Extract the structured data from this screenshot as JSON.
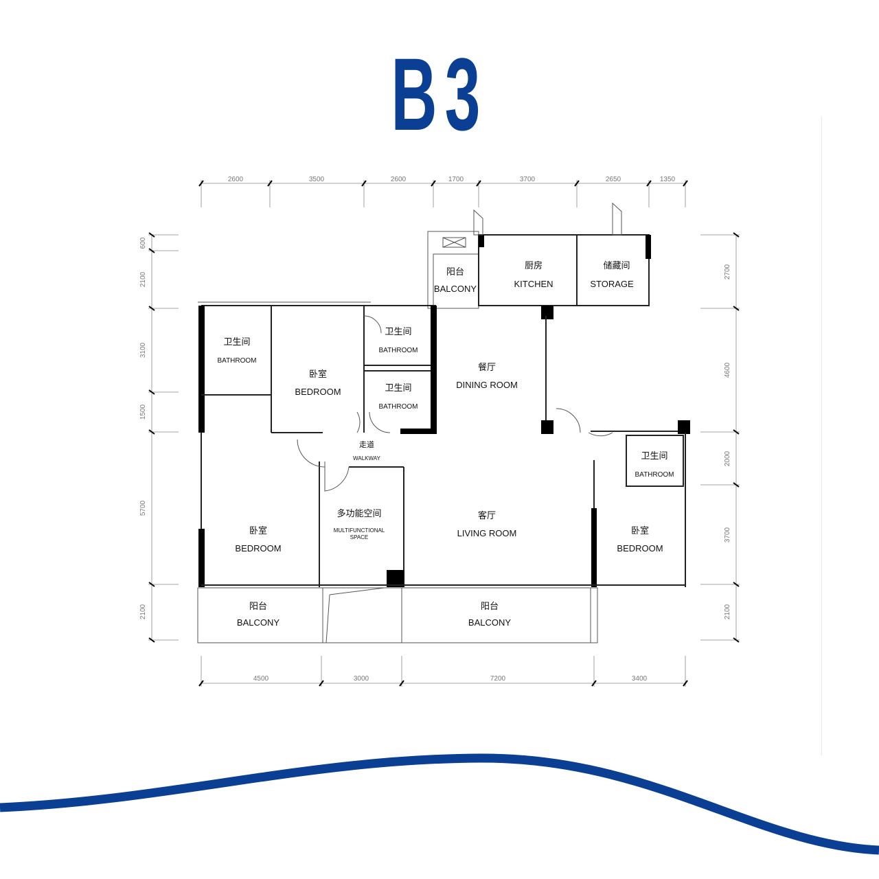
{
  "title": "B3",
  "dimensions": {
    "top": [
      "2600",
      "3500",
      "2600",
      "1700",
      "3700",
      "2650",
      "1350"
    ],
    "bottom": [
      "4500",
      "3000",
      "7200",
      "3400"
    ],
    "left": [
      "600",
      "2100",
      "3100",
      "1500",
      "5700",
      "2100"
    ],
    "right": [
      "2700",
      "4600",
      "2000",
      "3700",
      "2100"
    ]
  },
  "rooms": {
    "balcony_top": {
      "zh": "阳台",
      "en": "BALCONY"
    },
    "kitchen": {
      "zh": "厨房",
      "en": "KITCHEN"
    },
    "storage": {
      "zh": "储藏间",
      "en": "STORAGE"
    },
    "bathroom_topleft": {
      "zh": "卫生间",
      "en": "BATHROOM"
    },
    "bedroom_top": {
      "zh": "卧室",
      "en": "BEDROOM"
    },
    "bathroom_mid1": {
      "zh": "卫生间",
      "en": "BATHROOM"
    },
    "bathroom_mid2": {
      "zh": "卫生间",
      "en": "BATHROOM"
    },
    "dining": {
      "zh": "餐厅",
      "en": "DINING ROOM"
    },
    "walkway": {
      "zh": "走道",
      "en": "WALKWAY"
    },
    "bathroom_right": {
      "zh": "卫生间",
      "en": "BATHROOM"
    },
    "bedroom_left": {
      "zh": "卧室",
      "en": "BEDROOM"
    },
    "multifunctional": {
      "zh": "多功能空间",
      "en1": "MULTIFUNCTIONAL",
      "en2": "SPACE"
    },
    "living": {
      "zh": "客厅",
      "en": "LIVING ROOM"
    },
    "bedroom_right": {
      "zh": "卧室",
      "en": "BEDROOM"
    },
    "balcony_left": {
      "zh": "阳台",
      "en": "BALCONY"
    },
    "balcony_bottom": {
      "zh": "阳台",
      "en": "BALCONY"
    }
  },
  "colors": {
    "brand": "#0a3f94"
  }
}
